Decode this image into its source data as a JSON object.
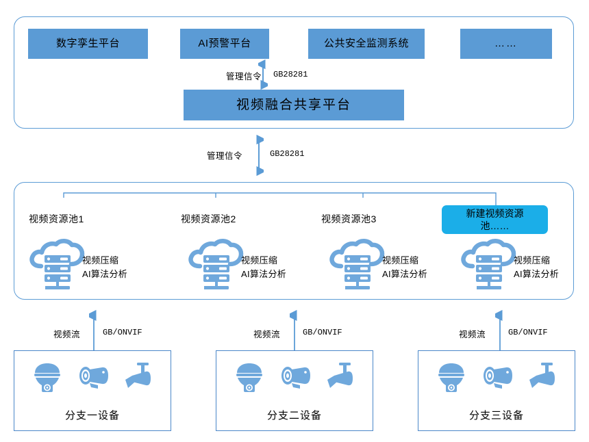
{
  "diagram": {
    "title": "视频融合共享平台架构图",
    "colors": {
      "box_blue": "#5B9BD5",
      "panel_border": "#5B9BD5",
      "highlight_cyan": "#1BAEE8",
      "line_blue": "#5B9BD5",
      "icon_blue": "#6FA8DC",
      "text": "#000000"
    }
  },
  "application_layer": {
    "boxes": [
      {
        "label": "数字孪生平台"
      },
      {
        "label": "AI预警平台"
      },
      {
        "label": "公共安全监测系统"
      },
      {
        "label": "……"
      }
    ],
    "platform": {
      "label": "视频融合共享平台"
    },
    "internal_link": {
      "protocol_cn": "管理信令",
      "protocol_en": "GB28281",
      "direction": "bidirectional"
    }
  },
  "layer_link": {
    "protocol_cn": "管理信令",
    "protocol_en": "GB28281",
    "direction": "bidirectional"
  },
  "resource_pool_layer": {
    "pools": [
      {
        "title": "视频资源池1",
        "highlighted": false,
        "caption_line1": "视频压缩",
        "caption_line2": "AI算法分析"
      },
      {
        "title": "视频资源池2",
        "highlighted": false,
        "caption_line1": "视频压缩",
        "caption_line2": "AI算法分析"
      },
      {
        "title": "视频资源池3",
        "highlighted": false,
        "caption_line1": "视频压缩",
        "caption_line2": "AI算法分析"
      },
      {
        "title_line1": "新建视频资源",
        "title_line2": "池……",
        "highlighted": true,
        "caption_line1": "视频压缩",
        "caption_line2": "AI算法分析"
      }
    ]
  },
  "device_layer": {
    "uplinks": [
      {
        "stream_cn": "视频流",
        "protocol_en": "GB/ONVIF",
        "direction": "up"
      },
      {
        "stream_cn": "视频流",
        "protocol_en": "GB/ONVIF",
        "direction": "up"
      },
      {
        "stream_cn": "视频流",
        "protocol_en": "GB/ONVIF",
        "direction": "up"
      }
    ],
    "branches": [
      {
        "label": "分支一设备",
        "cameras": [
          "dome-camera",
          "bullet-camera",
          "box-camera"
        ]
      },
      {
        "label": "分支二设备",
        "cameras": [
          "dome-camera",
          "bullet-camera",
          "box-camera"
        ]
      },
      {
        "label": "分支三设备",
        "cameras": [
          "dome-camera",
          "bullet-camera",
          "box-camera"
        ]
      }
    ]
  }
}
